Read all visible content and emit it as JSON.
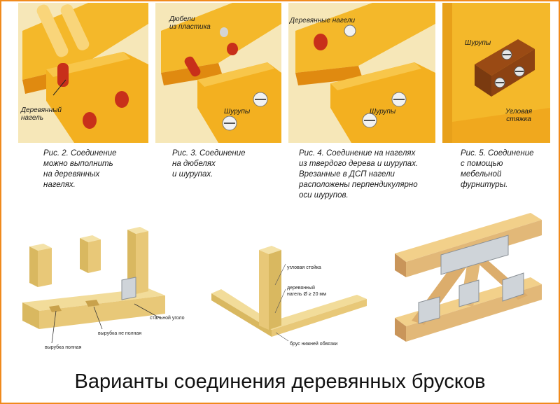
{
  "colors": {
    "frame": "#f08a1c",
    "wood": "#f2b01c",
    "wood_dark": "#e08a10",
    "peg": "#c8301a",
    "bracket": "#cfd4d9",
    "timber": "#e6cc8e"
  },
  "panel1": {
    "label_peg": "Деревянный\nнагель",
    "caption": "Рис. 2. Соединение\nможно выполнить\nна деревянных\nнагелях."
  },
  "panel2": {
    "label_dowel": "Дюбели\nиз пластика",
    "label_screws": "Шурупы",
    "caption": "Рис. 3. Соединение\nна дюбелях\nи шурупах."
  },
  "panel3": {
    "label_pegs": "Деревянные нагели",
    "label_screws": "Шурупы",
    "caption": "Рис. 4. Соединение на нагелях\nиз твердого дерева и шурупах.\nВрезанные в ДСП нагели\nрасположены перпендикулярно\nоси шурупов."
  },
  "panel4": {
    "label_screws": "Шурупы",
    "label_tie": "Угловая\nстяжка",
    "caption": "Рис. 5. Соединение\nс помощью\nмебельной\nфурнитуры."
  },
  "bottom_left": {
    "label_steel": "стальной уголо",
    "label_partial": "вырубка не полная",
    "label_full": "вырубка полная"
  },
  "bottom_mid": {
    "label_post": "угловая стойка",
    "label_peg": "деревянный\nнагель Ø ≥ 20 мм",
    "label_beam": "брус нижней обвязки"
  },
  "title": "Варианты соединения деревянных брусков"
}
